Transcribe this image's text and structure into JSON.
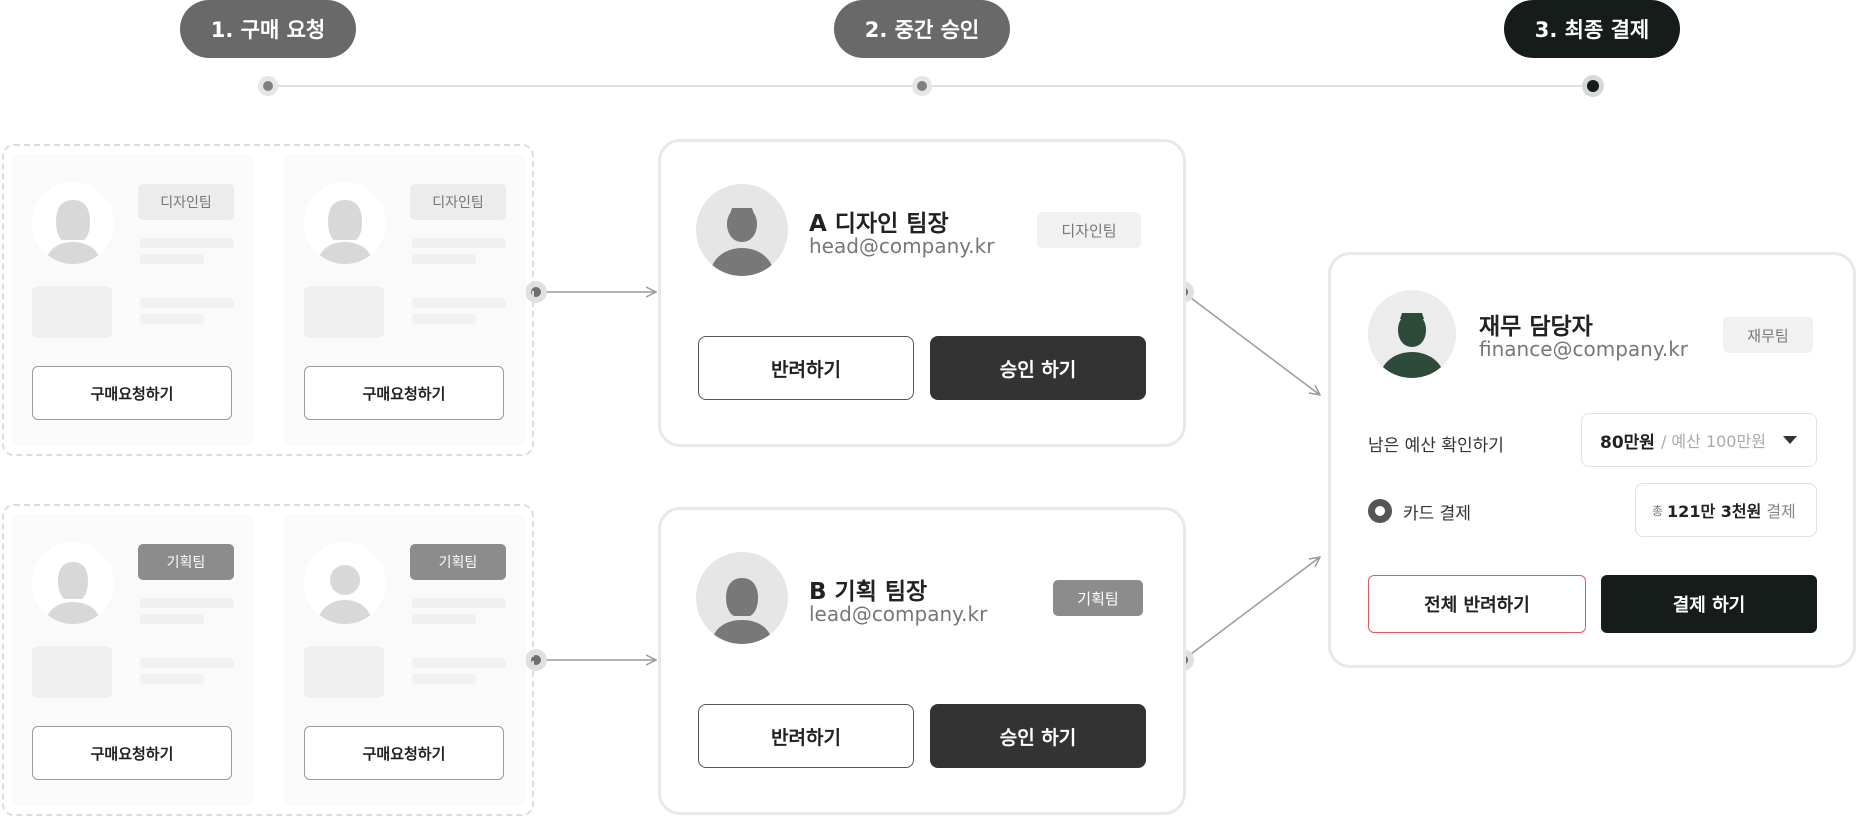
{
  "steps": [
    {
      "label": "1. 구매 요청"
    },
    {
      "label": "2. 중간 승인"
    },
    {
      "label": "3. 최종 결제"
    }
  ],
  "request_groups": [
    {
      "cards": [
        {
          "team": "디자인팀",
          "button": "구매요청하기"
        },
        {
          "team": "디자인팀",
          "button": "구매요청하기"
        }
      ]
    },
    {
      "cards": [
        {
          "team": "기획팀",
          "button": "구매요청하기"
        },
        {
          "team": "기획팀",
          "button": "구매요청하기"
        }
      ]
    }
  ],
  "approvers": [
    {
      "name": "A 디자인 팀장",
      "email": "head@company.kr",
      "team": "디자인팀",
      "reject": "반려하기",
      "approve": "승인 하기"
    },
    {
      "name": "B 기획 팀장",
      "email": "lead@company.kr",
      "team": "기획팀",
      "reject": "반려하기",
      "approve": "승인 하기"
    }
  ],
  "finance": {
    "name": "재무 담당자",
    "email": "finance@company.kr",
    "team": "재무팀",
    "budget_label": "남은 예산 확인하기",
    "budget_remaining": "80만원",
    "budget_total": "/ 예산 100만원",
    "payment_method": "카드 결제",
    "total_prefix": "총",
    "total_amount": "121만 3천원",
    "total_suffix": "결제",
    "reject_all": "전체 반려하기",
    "pay": "결제 하기"
  },
  "colors": {
    "accent_dark": "#161c1a",
    "button_dark": "#333333",
    "reject_border": "#e35a5a",
    "finance_avatar": "#2e4a3b"
  }
}
